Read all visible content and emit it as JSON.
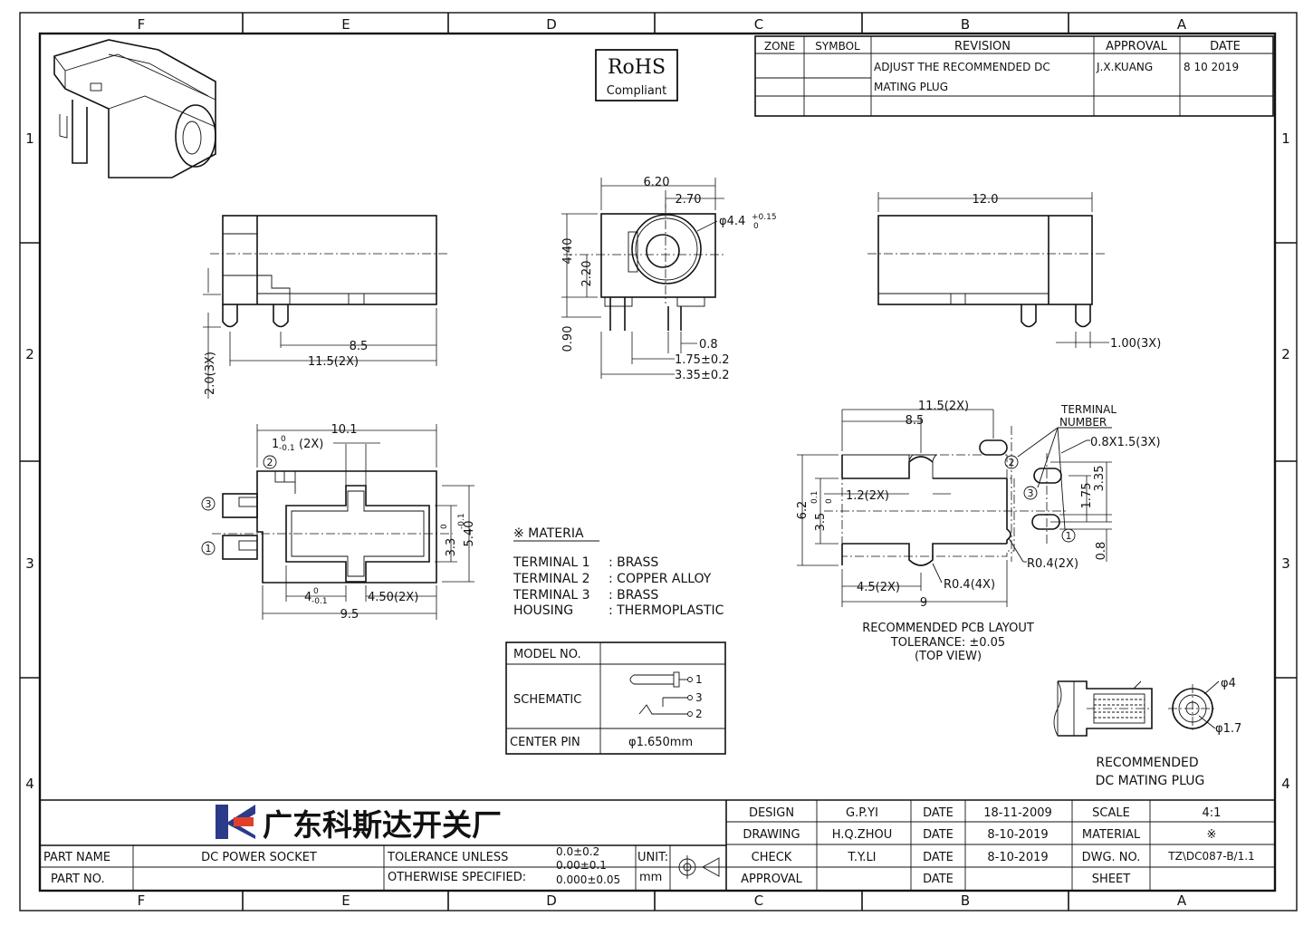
{
  "columns": [
    "F",
    "E",
    "D",
    "C",
    "B",
    "A"
  ],
  "rows": [
    "1",
    "2",
    "3",
    "4"
  ],
  "rohs": {
    "line1": "RoHS",
    "line2": "Compliant"
  },
  "revision_table": {
    "headers": {
      "zone": "ZONE",
      "symbol": "SYMBOL",
      "revision": "REVISION",
      "approval": "APPROVAL",
      "date": "DATE"
    },
    "entry": {
      "revision_line1": "ADJUST THE RECOMMENDED DC",
      "revision_line2": "MATING PLUG",
      "approval": "J.X.KUANG",
      "date": "8  10  2019"
    }
  },
  "dims": {
    "side_8_5": "8.5",
    "side_11_5": "11.5(2X)",
    "side_2_0": "2.0(3X)",
    "front_6_20": "6.20",
    "front_2_70": "2.70",
    "front_dia": "φ4.4",
    "front_dia_tol_up": "+0.15",
    "front_dia_tol_dn": "0",
    "front_4_40": "4.40",
    "front_2_20": "2.20",
    "front_0_90": "0.90",
    "front_0_8": "0.8",
    "front_1_75": "1.75±0.2",
    "front_3_35": "3.35±0.2",
    "right_12_0": "12.0",
    "right_1_00": "1.00(3X)",
    "top_10_1": "10.1",
    "top_1": "1",
    "top_1_tol": "0",
    "top_1_tol2": "-0.1",
    "top_1_suffix": "(2X)",
    "top_3_3": "3.3",
    "top_3_3_tol": "0",
    "top_3_3_tol2": "-0.1",
    "top_5_40": "5.40",
    "top_4": "4",
    "top_4_tol": "0",
    "top_4_tol2": "-0.1",
    "top_4_50": "4.50(2X)",
    "top_9_5": "9.5",
    "pcb_11_5": "11.5(2X)",
    "pcb_8_5": "8.5",
    "pcb_terminal": "TERMINAL",
    "pcb_number": "NUMBER",
    "pcb_0_8x1_5": "0.8X1.5(3X)",
    "pcb_1_2": "1.2(2X)",
    "pcb_6_2": "6.2",
    "pcb_3_5": "3.5",
    "pcb_3_5_tol": "0.1",
    "pcb_3_5_tol2": "0",
    "pcb_3_35": "3.35",
    "pcb_1_75": "1.75",
    "pcb_0_8": "0.8",
    "pcb_r04_2x": "R0.4(2X)",
    "pcb_r04_4x": "R0.4(4X)",
    "pcb_4_5": "4.5(2X)",
    "pcb_9": "9",
    "plug_d4": "φ4",
    "plug_d1_7": "φ1.7"
  },
  "terminals": {
    "t1": "1",
    "t2": "2",
    "t3": "3"
  },
  "pcb_caption": {
    "line1": "RECOMMENDED PCB LAYOUT",
    "line2": "TOLERANCE: ±0.05",
    "line3": "(TOP VIEW)"
  },
  "plug_caption": {
    "line1": "RECOMMENDED",
    "line2": "DC MATING PLUG"
  },
  "materials": {
    "title": "※ MATERIA",
    "items": [
      {
        "label": "TERMINAL  1",
        "value": ": BRASS"
      },
      {
        "label": "TERMINAL  2",
        "value": ": COPPER  ALLOY"
      },
      {
        "label": "TERMINAL  3",
        "value": ": BRASS"
      },
      {
        "label": "HOUSING",
        "value": ": THERMOPLASTIC"
      }
    ]
  },
  "model_table": {
    "model_no_label": "MODEL NO.",
    "schematic_label": "SCHEMATIC",
    "center_pin_label": "CENTER PIN",
    "center_pin_value": "φ1.650mm",
    "pins": [
      "1",
      "3",
      "2"
    ]
  },
  "title_block": {
    "company": "广东科斯达开关厂",
    "part_name_label": "PART NAME",
    "part_name_value": "DC POWER SOCKET",
    "part_no_label": "PART NO.",
    "tolerance_line1": "TOLERANCE UNLESS",
    "tolerance_line2": "OTHERWISE SPECIFIED:",
    "tol_1": "0.0±0.2",
    "tol_2": "0.00±0.1",
    "tol_3": "0.000±0.05",
    "unit_label": "UNIT:",
    "unit_value": "mm",
    "design_label": "DESIGN",
    "design_name": "G.P.YI",
    "design_date": "18-11-2009",
    "drawing_label": "DRAWING",
    "drawing_name": "H.Q.ZHOU",
    "drawing_date": "8-10-2019",
    "check_label": "CHECK",
    "check_name": "T.Y.LI",
    "check_date": "8-10-2019",
    "approval_label": "APPROVAL",
    "date_label": "DATE",
    "scale_label": "SCALE",
    "scale_value": "4:1",
    "material_label": "MATERIAL",
    "material_value": "※",
    "dwg_no_label": "DWG. NO.",
    "dwg_no_value": "TZ\\DC087-B/1.1",
    "sheet_label": "SHEET"
  }
}
